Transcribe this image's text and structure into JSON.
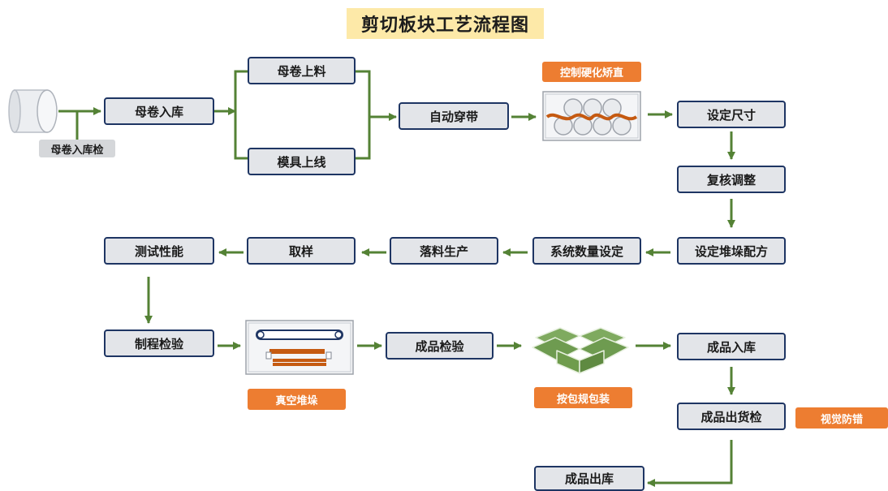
{
  "title": "剪切板块工艺流程图",
  "steps": {
    "mother_coil_storage": "母卷入库",
    "mother_coil_loading": "母卷上料",
    "mold_online": "模具上线",
    "auto_threading": "自动穿带",
    "set_size": "设定尺寸",
    "recheck_adjust": "复核调整",
    "set_stack_recipe": "设定堆垛配方",
    "system_quantity_setting": "系统数量设定",
    "blanking_production": "落料生产",
    "sampling": "取样",
    "performance_test": "测试性能",
    "process_inspection": "制程检验",
    "finished_inspection": "成品检验",
    "finished_storage": "成品入库",
    "finished_shipping_inspection": "成品出货检",
    "finished_outbound": "成品出库"
  },
  "tags": {
    "mother_coil_check": "母卷入库检",
    "hardening_straightening": "控制硬化矫直",
    "vacuum_stacking": "真空堆垛",
    "pack_by_spec": "按包规包装",
    "visual_error_proofing": "视觉防错"
  },
  "colors": {
    "box_fill": "#e3e5e9",
    "box_border": "#1e3563",
    "arrow": "#548235",
    "tag_orange": "#ed7d31",
    "title_bg": "#fde9a8"
  },
  "icons": [
    "coil-icon",
    "leveler-rollers-icon",
    "vacuum-stacker-icon",
    "open-box-icon"
  ]
}
